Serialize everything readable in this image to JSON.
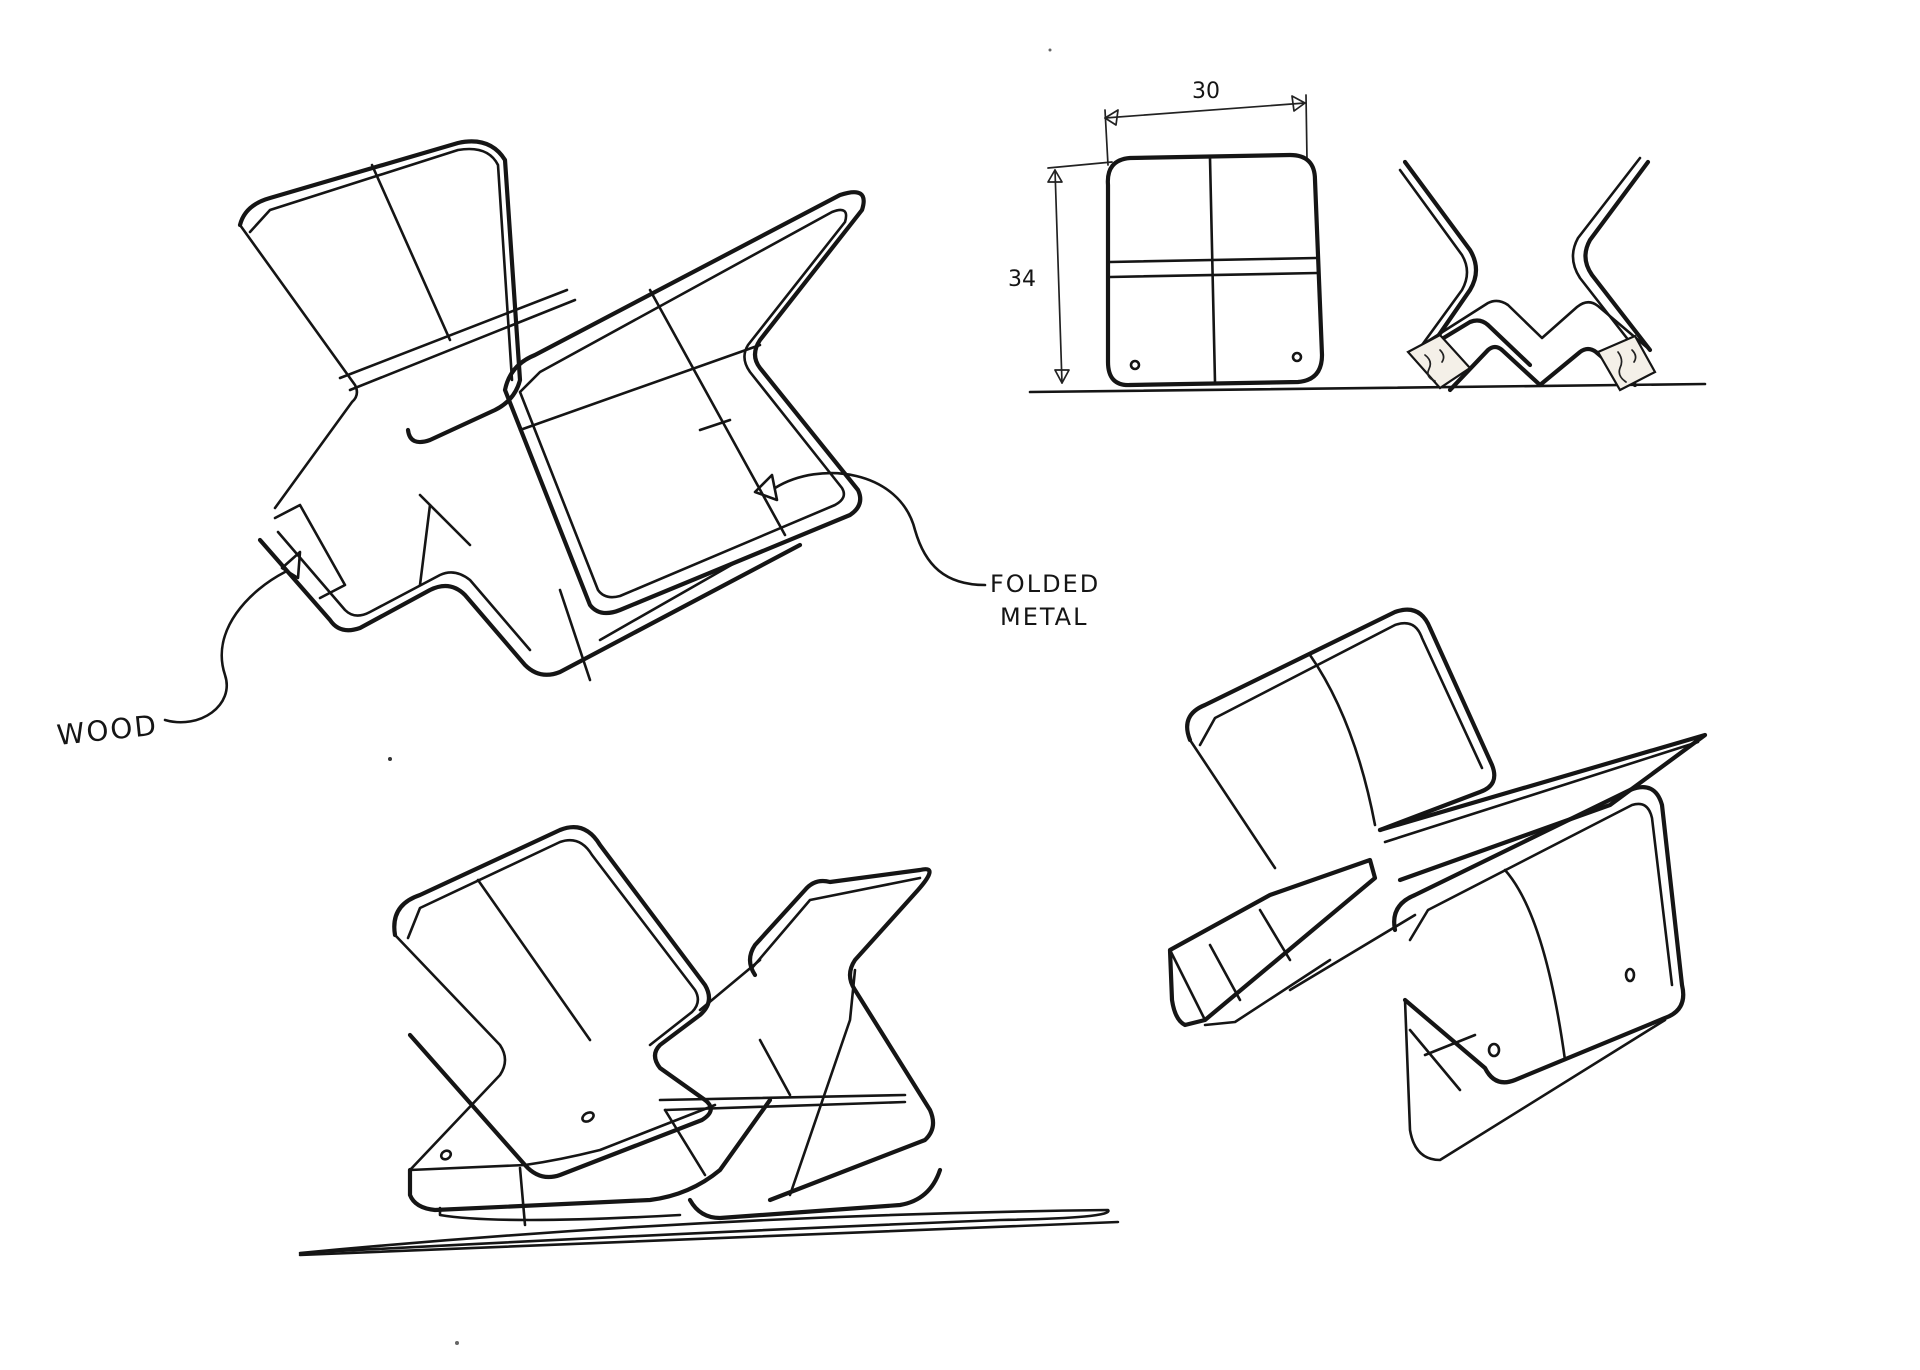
{
  "annotations": {
    "wood_label": "WOOD",
    "folded_label_line1": "FOLDED",
    "folded_label_line2": "METAL",
    "width_dimension": "30",
    "height_dimension": "34"
  }
}
